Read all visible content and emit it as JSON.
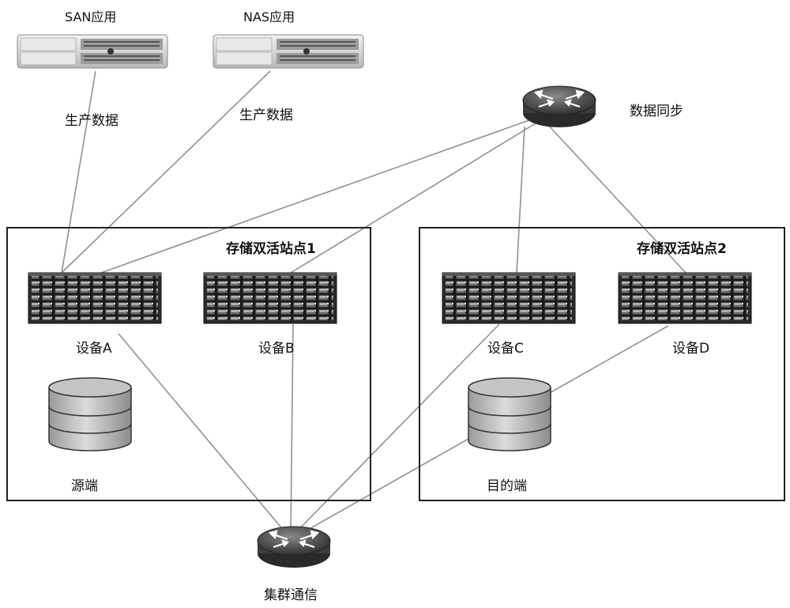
{
  "apps": {
    "san_label": "SAN应用",
    "nas_label": "NAS应用",
    "san_data_label": "生产数据",
    "nas_data_label": "生产数据"
  },
  "routers": {
    "sync_label": "数据同步",
    "cluster_label": "集群通信"
  },
  "sites": {
    "site1_title": "存储双活站点1",
    "site2_title": "存储双活站点2"
  },
  "devices": {
    "a_label": "设备A",
    "b_label": "设备B",
    "c_label": "设备C",
    "d_label": "设备D"
  },
  "databases": {
    "source_label": "源端",
    "target_label": "目的端"
  },
  "icons": {
    "server": "rack-server-icon",
    "router": "router-icon",
    "storage": "disk-array-icon",
    "database": "database-icon"
  }
}
